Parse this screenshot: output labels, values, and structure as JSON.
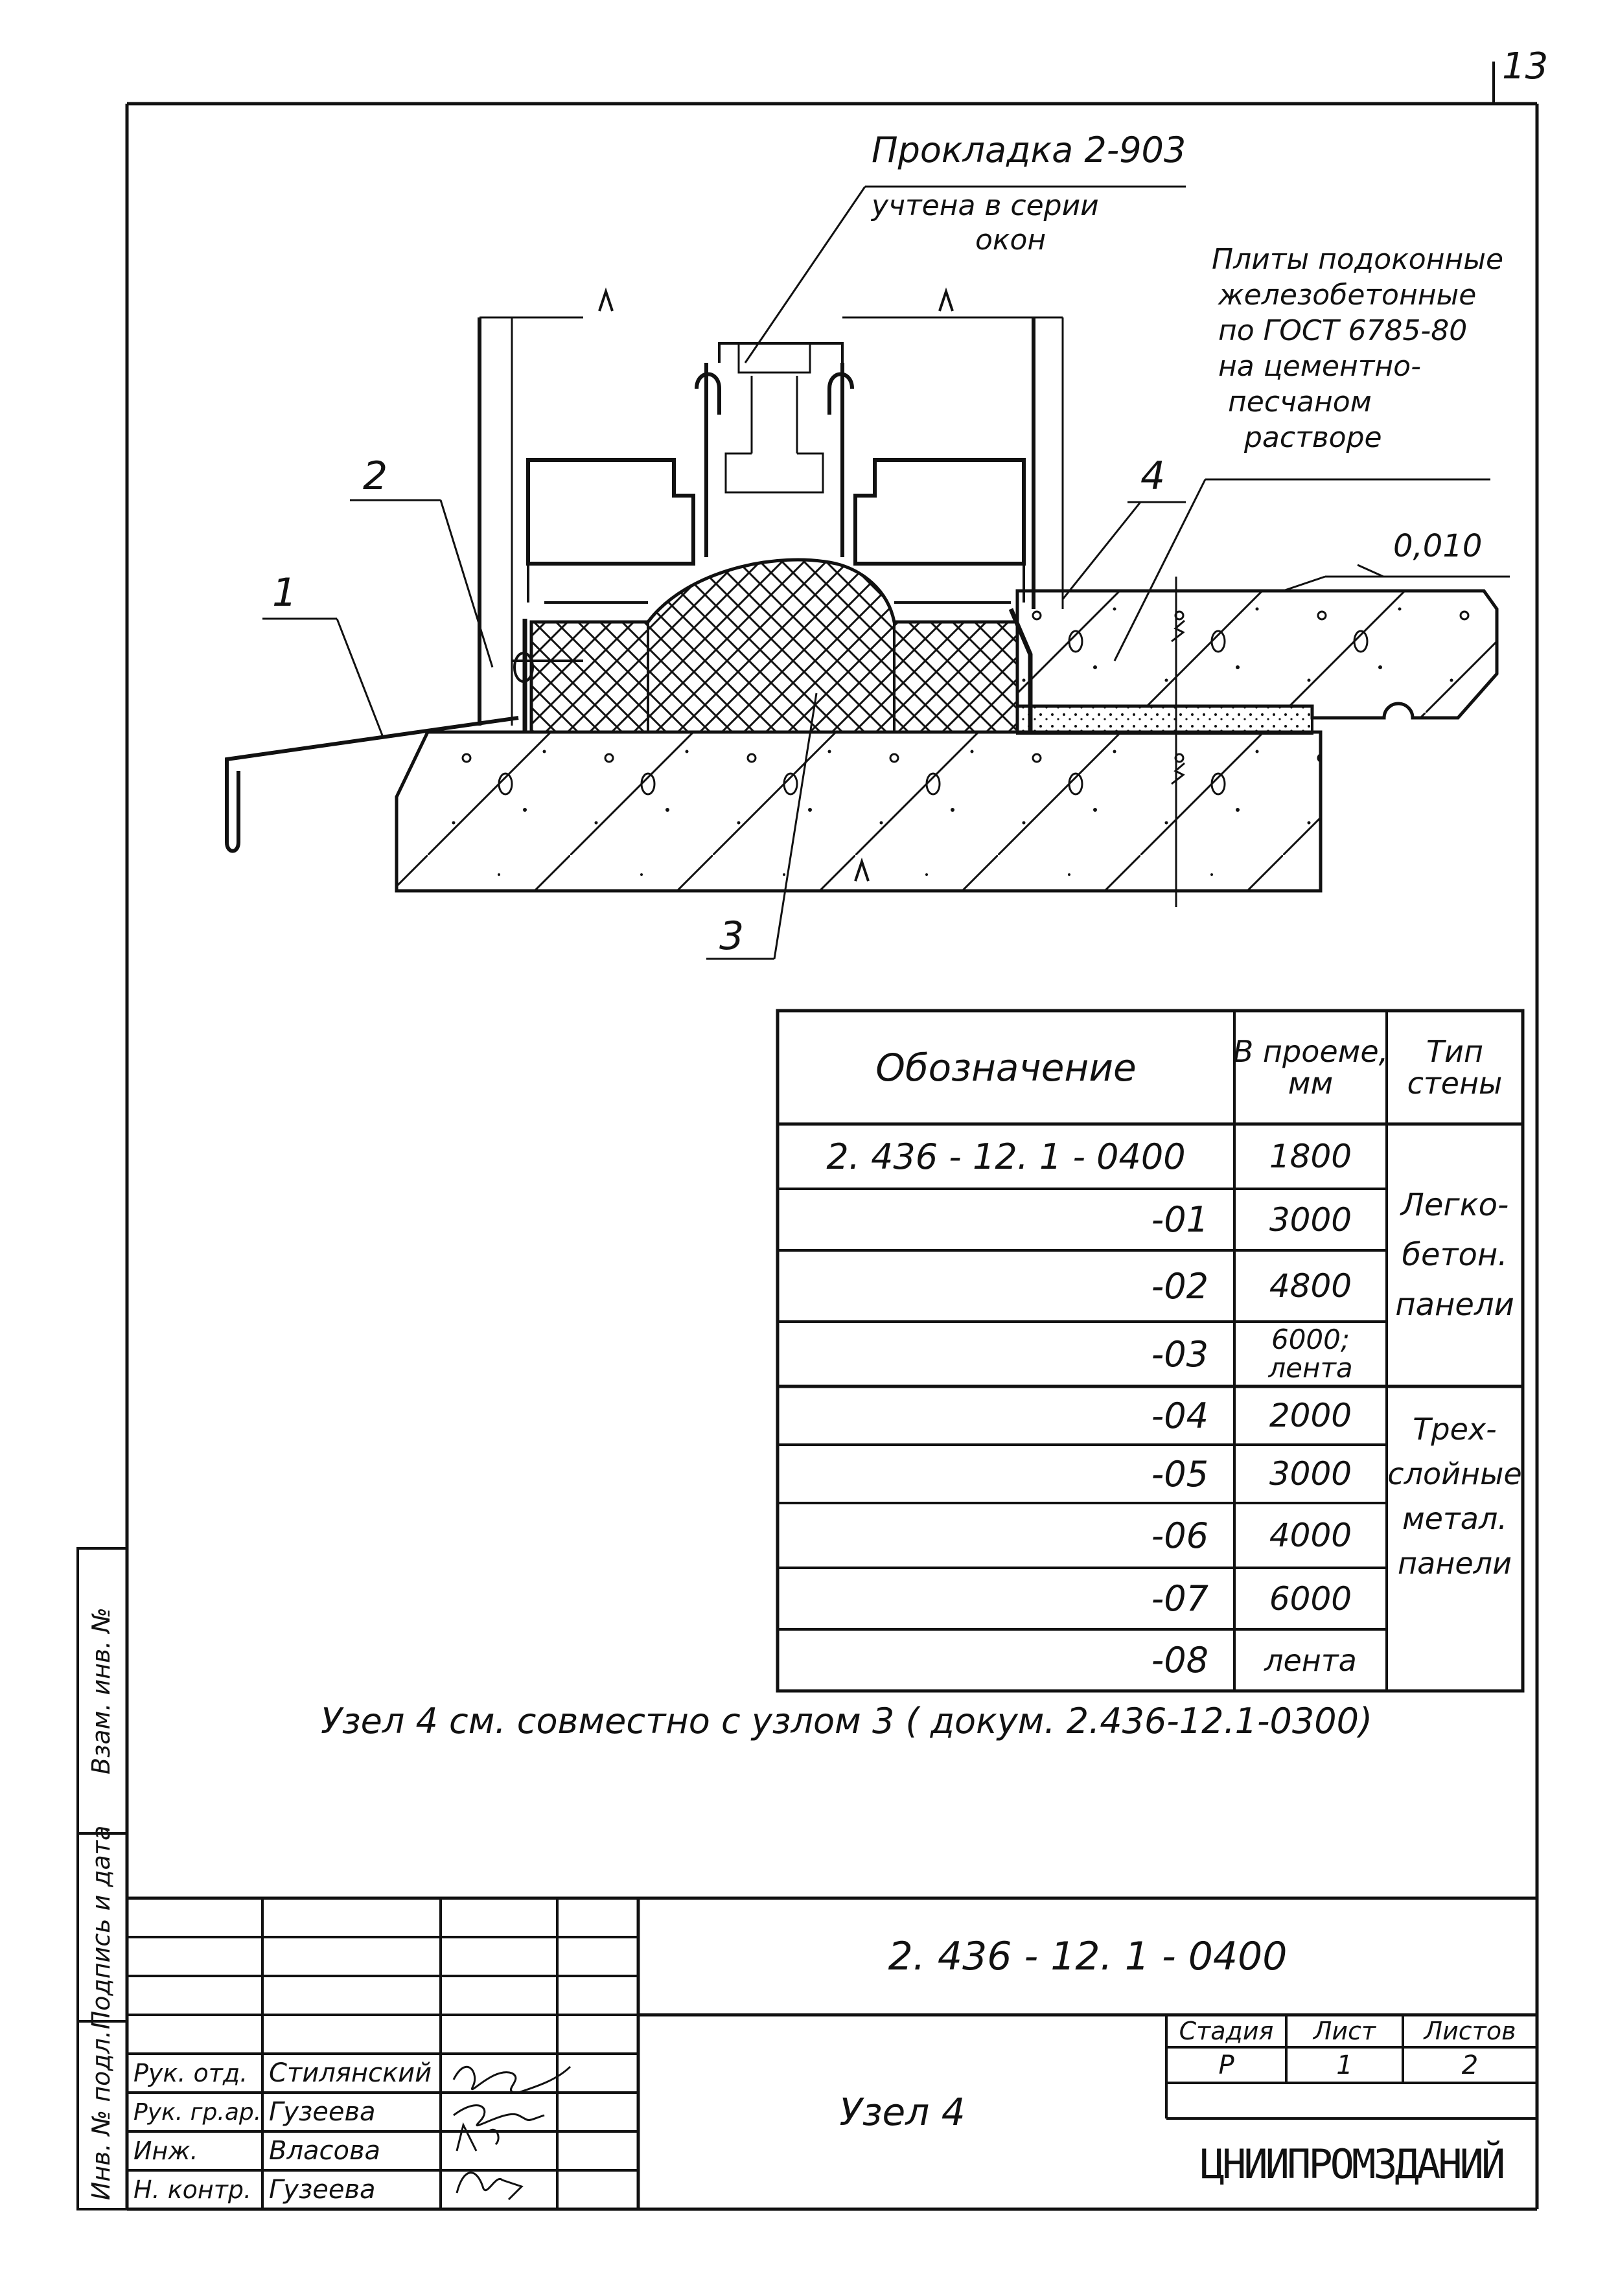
{
  "sheet_number": "13",
  "callouts": {
    "gasket_line1": "Прокладка 2-903",
    "gasket_line2": "учтена в серии",
    "gasket_line3": "окон",
    "slabs_line1": "Плиты подоконные",
    "slabs_line2": "железобетонные",
    "slabs_line3": "по ГОСТ 6785-80",
    "slabs_line4": "на цементно-",
    "slabs_line5": "песчаном",
    "slabs_line6": "растворе",
    "level_mark": "0,010",
    "pos1": "1",
    "pos2": "2",
    "pos3": "3",
    "pos4": "4"
  },
  "spec_table": {
    "header_designation": "Обозначение",
    "header_length_1": "В проеме,",
    "header_length_2": "мм",
    "header_wall_1": "Тип",
    "header_wall_2": "стены",
    "rows": [
      {
        "designation": "2. 436 - 12. 1 - 0400",
        "length": "1800"
      },
      {
        "designation": "-01",
        "length": "3000"
      },
      {
        "designation": "-02",
        "length": "4800"
      },
      {
        "designation": "-03",
        "length_1": "6000;",
        "length_2": "лента"
      },
      {
        "designation": "-04",
        "length": "2000"
      },
      {
        "designation": "-05",
        "length": "3000"
      },
      {
        "designation": "-06",
        "length": "4000"
      },
      {
        "designation": "-07",
        "length": "6000"
      },
      {
        "designation": "-08",
        "length": "лента"
      }
    ],
    "wall_type_a": [
      "Легко-",
      "бетон.",
      "панели"
    ],
    "wall_type_b": [
      "Трех-",
      "слойные",
      "метал.",
      "панели"
    ]
  },
  "note": "Узел 4 см. совместно с узлом 3 ( докум. 2.436-12.1-0300)",
  "side_stamp": {
    "col1": "Инв. № подл.",
    "col2": "Подпись и дата",
    "col3": "Взам. инв. №"
  },
  "title_block": {
    "document_code": "2. 436 - 12. 1 - 0400",
    "title": "Узел 4",
    "stage_label": "Стадия",
    "sheet_label": "Лист",
    "sheets_label": "Листов",
    "stage_value": "Р",
    "sheet_value": "1",
    "sheets_value": "2",
    "organization": "ЦНИИПРОМЗДАНИЙ",
    "people": [
      {
        "role": "Рук. отд.",
        "name": "Стилянский"
      },
      {
        "role": "Рук. гр.ар.",
        "name": "Гузеева"
      },
      {
        "role": "Инж.",
        "name": "Власова"
      },
      {
        "role": "Н. контр.",
        "name": "Гузеева"
      }
    ]
  }
}
